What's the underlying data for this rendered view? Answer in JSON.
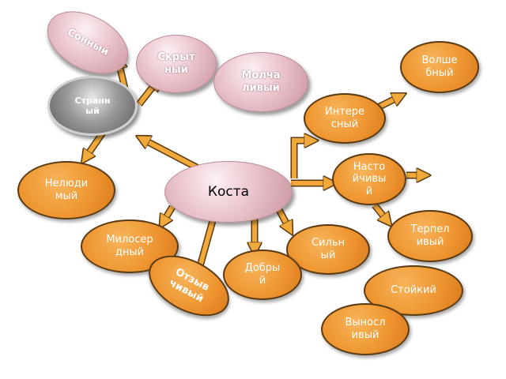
{
  "diagram": {
    "center": "Коста",
    "nodes": {
      "sonny": "Сонный",
      "skryt": "Скрыт ный",
      "molcha": "Молча ливый",
      "strann": "Странн ый",
      "volshe": "Волше бный",
      "intere": "Интере сный",
      "nelyudi": "Нелюди мый",
      "nasto": "Насто йчивы й",
      "terpel": "Терпел ивый",
      "milose": "Милосер дный",
      "silny": "Сильн ый",
      "dobry": "Добры й",
      "otzyv": "Отзыв чивый",
      "stoyky": "Стойкий",
      "vynosl": "Выносл ивый"
    }
  },
  "colors": {
    "orange": "#ee9530",
    "arrow": "#f2a93b",
    "arrow_outline": "#5a3a12",
    "pink": "#e9c3cb",
    "grey": "#8a8a8a"
  }
}
